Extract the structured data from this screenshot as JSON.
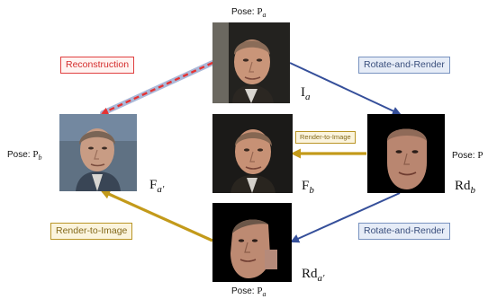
{
  "poses": {
    "top": {
      "prefix": "Pose: ",
      "base": "P",
      "sub": "a"
    },
    "left": {
      "prefix": "Pose: ",
      "base": "P",
      "sub": "b"
    },
    "right": {
      "prefix": "Pose: ",
      "base": "P"
    },
    "bottom": {
      "prefix": "Pose: ",
      "base": "P",
      "sub": "a"
    }
  },
  "symbols": {
    "ia": {
      "base": "I",
      "sub": "a"
    },
    "fb": {
      "base": "F",
      "sub": "b"
    },
    "fa_prime": {
      "base": "F",
      "sub": "a′"
    },
    "rdb": {
      "base": "Rd",
      "sub": "b"
    },
    "rda_prime": {
      "base": "Rd",
      "sub": "a′"
    }
  },
  "labels": {
    "reconstruction": "Reconstruction",
    "rotate_render_top": "Rotate-and-Render",
    "rotate_render_bottom": "Rotate-and-Render",
    "render_to_image_small": "Render-to-Image",
    "render_to_image": "Render-to-Image"
  },
  "colors": {
    "reconstruction_arrow": "#e53333",
    "reconstruction_arrow_halo": "#aab8d8",
    "rotate_arrow": "#354f9a",
    "render_arrow": "#c39a1a"
  }
}
